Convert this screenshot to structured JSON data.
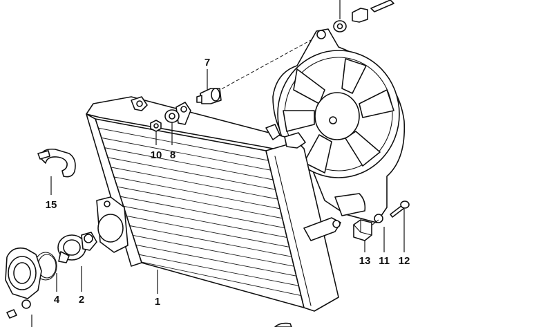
{
  "callouts": {
    "c1": "1",
    "c2": "2",
    "c4": "4",
    "c7": "7",
    "c8": "8",
    "c10": "10",
    "c11": "11",
    "c12": "12",
    "c13": "13",
    "c15": "15"
  },
  "colors": {
    "line": "#111111",
    "background": "#ffffff"
  }
}
